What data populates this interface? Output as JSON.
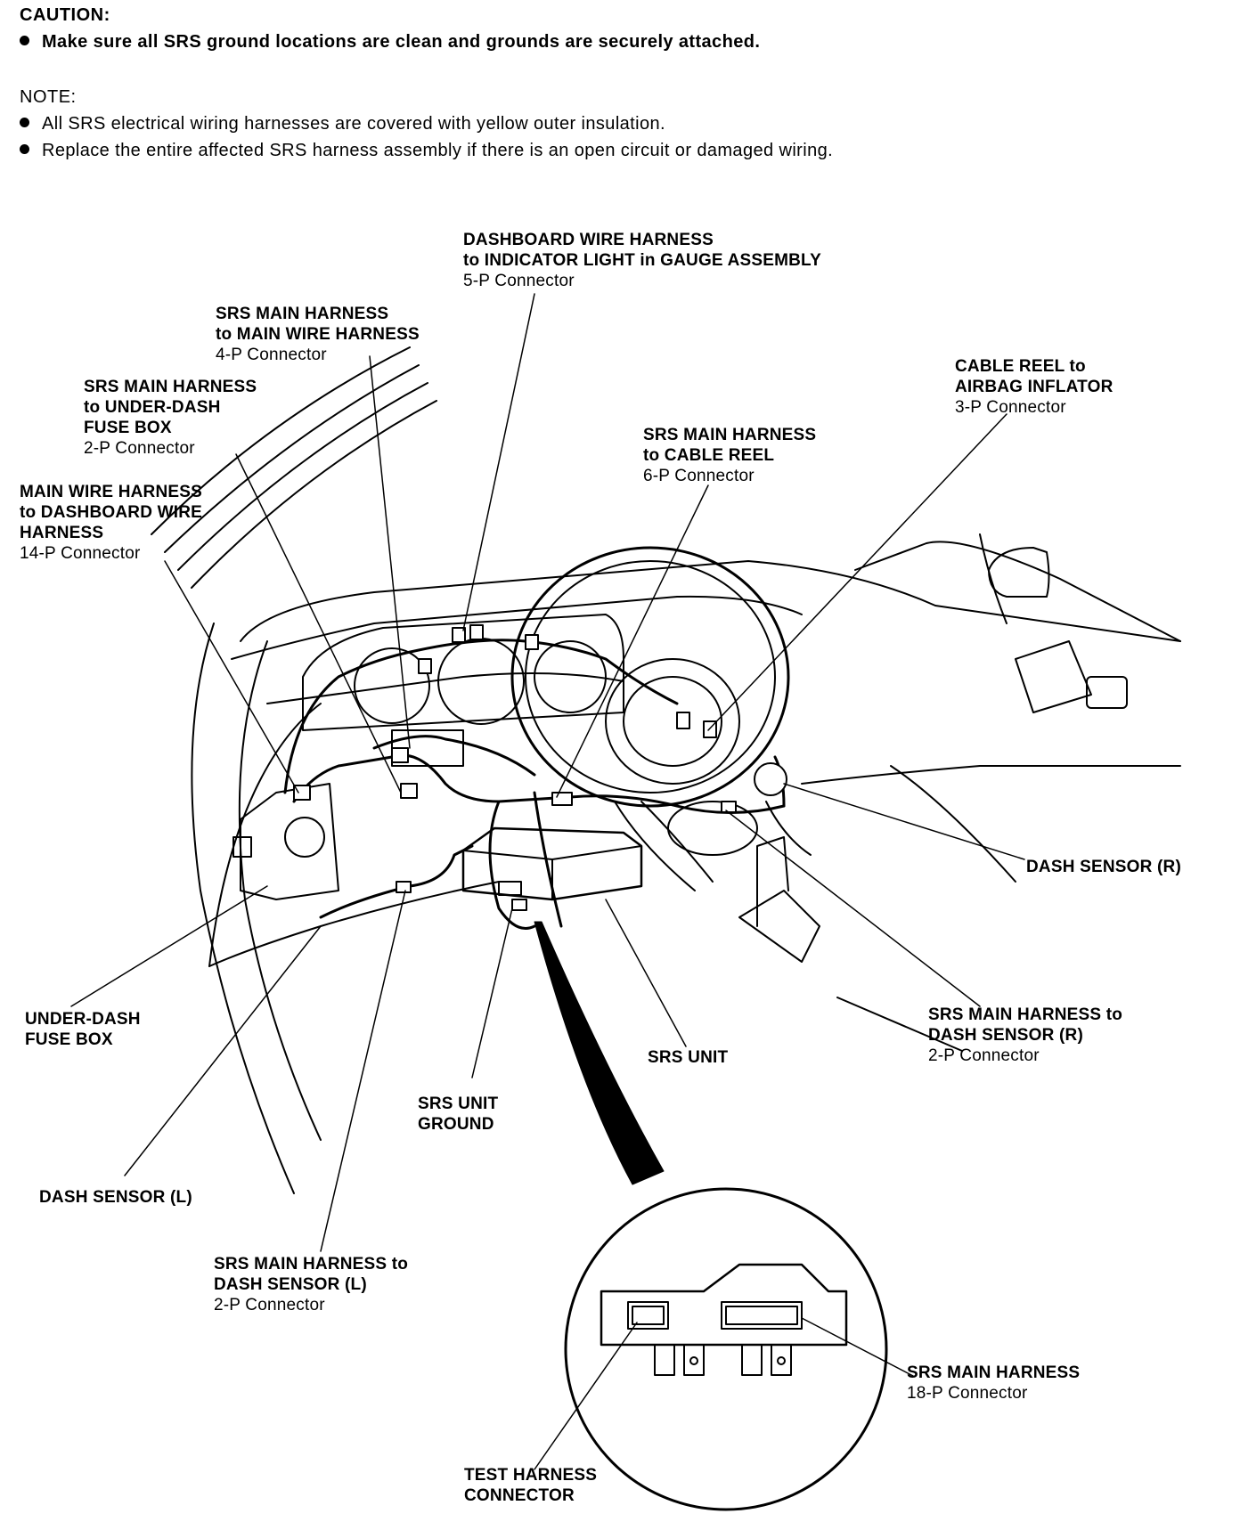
{
  "caution": {
    "heading": "CAUTION:",
    "items": [
      "Make sure all SRS ground locations are clean and grounds are securely attached."
    ]
  },
  "note": {
    "heading": "NOTE:",
    "items": [
      "All SRS electrical wiring harnesses are covered with yellow outer insulation.",
      "Replace the entire affected SRS harness assembly if there is an open circuit or damaged wiring."
    ]
  },
  "labels": {
    "dashboard_harness": {
      "line1": "DASHBOARD WIRE HARNESS",
      "line2": "to INDICATOR LIGHT in GAUGE ASSEMBLY",
      "sub": "5-P Connector"
    },
    "srs_main_to_main_wire": {
      "line1": "SRS MAIN HARNESS",
      "line2": "to MAIN WIRE HARNESS",
      "sub": "4-P Connector"
    },
    "srs_main_to_fuse_box": {
      "line1": "SRS MAIN HARNESS",
      "line2": "to UNDER-DASH",
      "line3": "FUSE BOX",
      "sub": "2-P Connector"
    },
    "main_wire_to_dashboard": {
      "line1": "MAIN WIRE HARNESS",
      "line2": "to DASHBOARD WIRE",
      "line3": "HARNESS",
      "sub": "14-P Connector"
    },
    "cable_reel_to_airbag": {
      "line1": "CABLE REEL to",
      "line2": "AIRBAG INFLATOR",
      "sub": "3-P Connector"
    },
    "srs_main_to_cable_reel": {
      "line1": "SRS MAIN HARNESS",
      "line2": "to CABLE REEL",
      "sub": "6-P Connector"
    },
    "dash_sensor_r": {
      "line1": "DASH SENSOR (R)"
    },
    "srs_main_to_dash_sensor_r": {
      "line1": "SRS MAIN HARNESS to",
      "line2": "DASH SENSOR (R)",
      "sub": "2-P Connector"
    },
    "srs_unit": {
      "line1": "SRS UNIT"
    },
    "srs_unit_ground": {
      "line1": "SRS UNIT",
      "line2": "GROUND"
    },
    "under_dash_fuse_box": {
      "line1": "UNDER-DASH",
      "line2": "FUSE BOX"
    },
    "dash_sensor_l": {
      "line1": "DASH SENSOR (L)"
    },
    "srs_main_to_dash_sensor_l": {
      "line1": "SRS MAIN HARNESS to",
      "line2": "DASH SENSOR (L)",
      "sub": "2-P Connector"
    },
    "srs_main_18p": {
      "line1": "SRS MAIN HARNESS",
      "sub": "18-P Connector"
    },
    "test_harness": {
      "line1": "TEST HARNESS",
      "line2": "CONNECTOR"
    }
  }
}
